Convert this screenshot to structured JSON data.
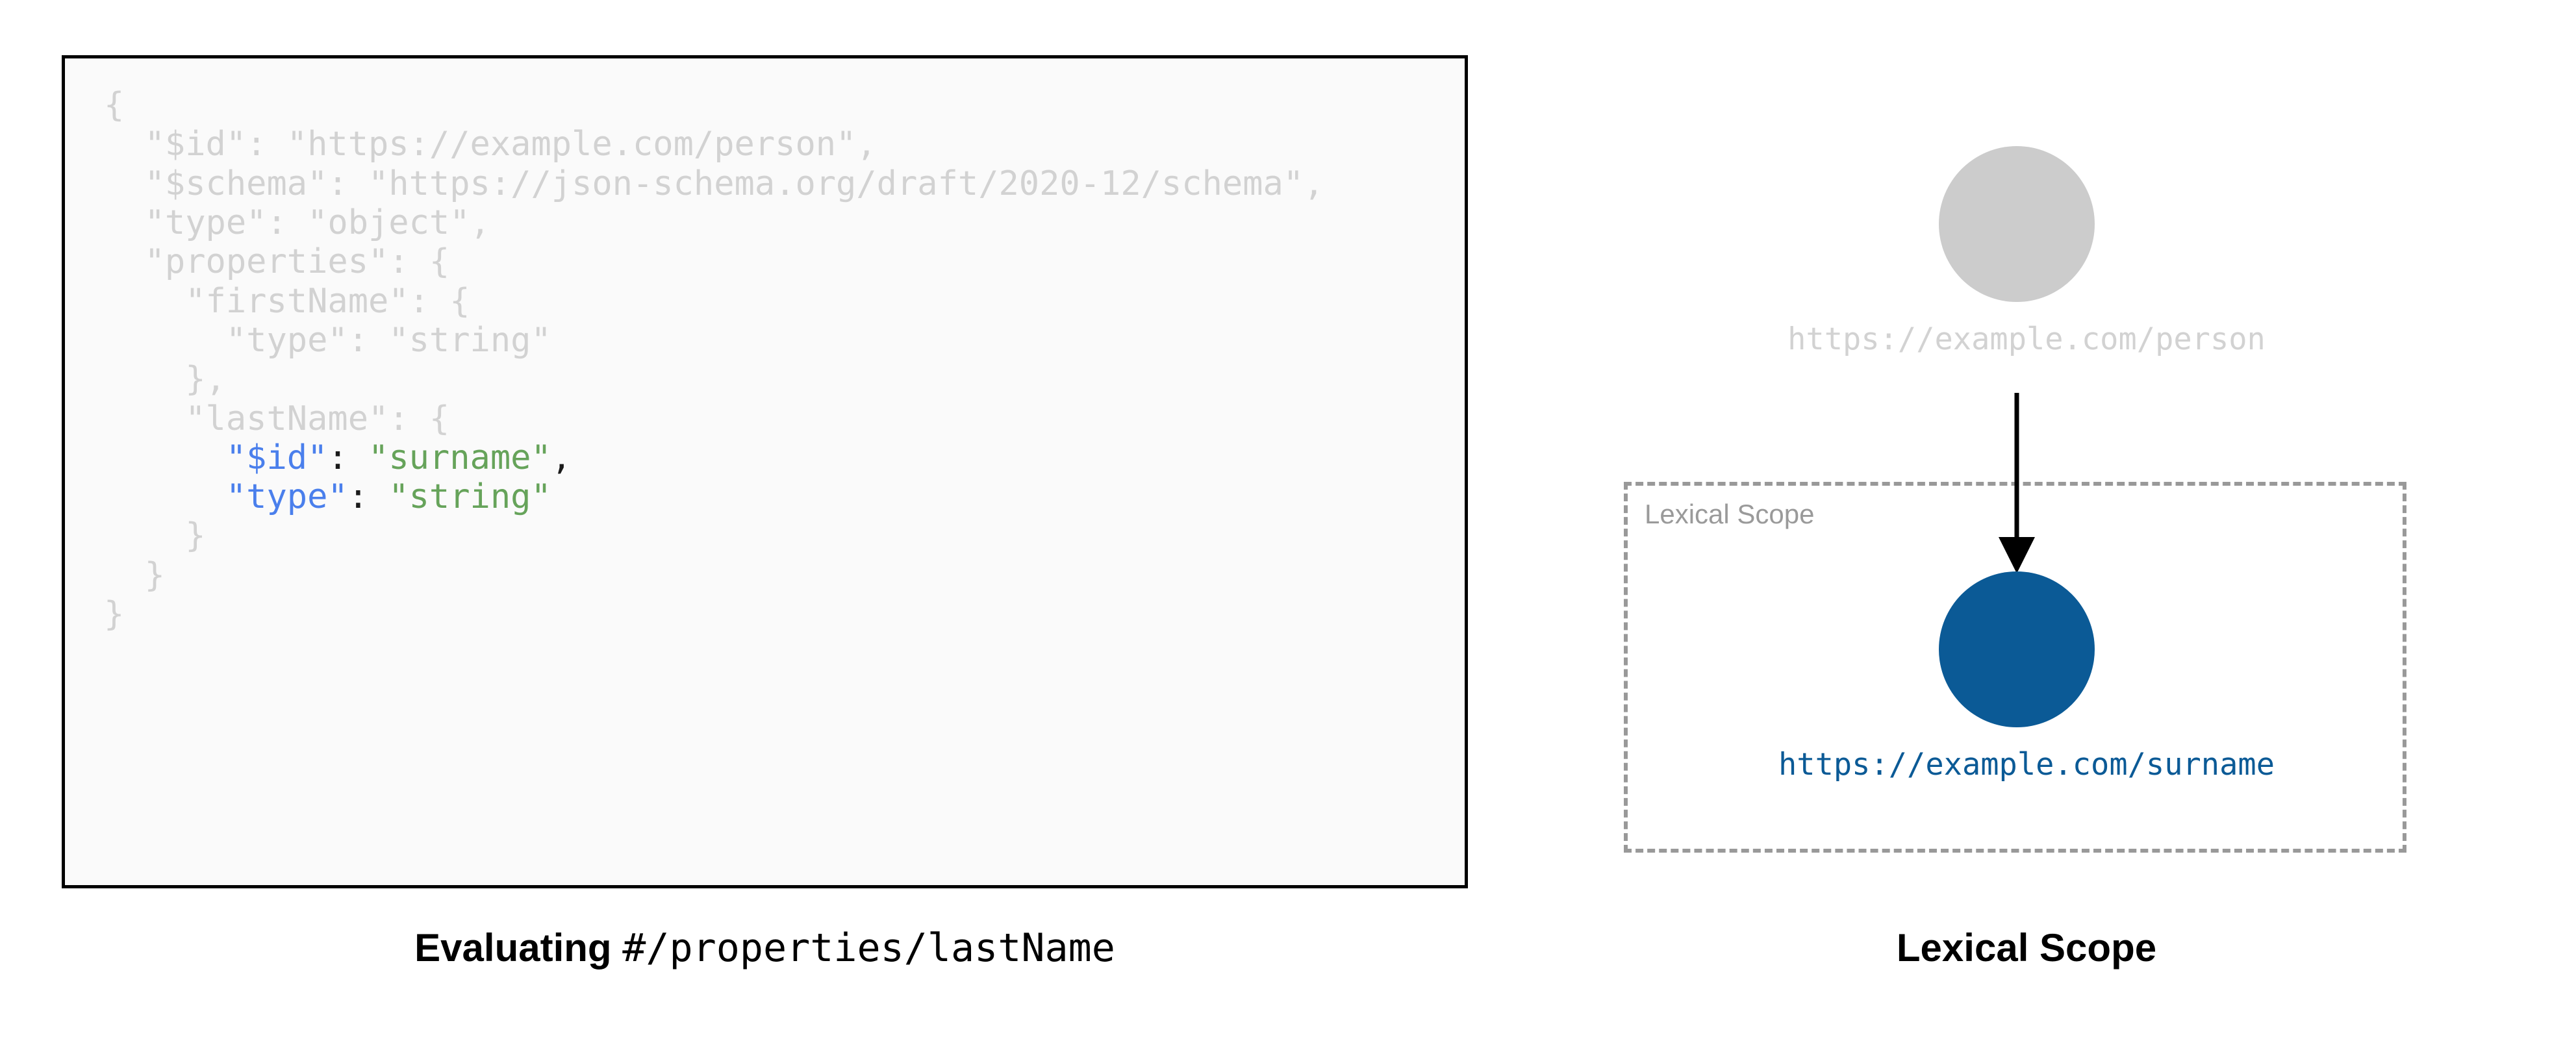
{
  "left_panel": {
    "code_lines": [
      {
        "indent": 0,
        "segments": [
          {
            "text": "{",
            "style": "dim"
          }
        ]
      },
      {
        "indent": 1,
        "segments": [
          {
            "text": "\"$id\": \"https://example.com/person\",",
            "style": "dim"
          }
        ]
      },
      {
        "indent": 1,
        "segments": [
          {
            "text": "\"$schema\": \"https://json-schema.org/draft/2020-12/schema\",",
            "style": "dim"
          }
        ]
      },
      {
        "indent": 1,
        "segments": [
          {
            "text": "\"type\": \"object\",",
            "style": "dim"
          }
        ]
      },
      {
        "indent": 1,
        "segments": [
          {
            "text": "\"properties\": {",
            "style": "dim"
          }
        ]
      },
      {
        "indent": 2,
        "segments": [
          {
            "text": "\"firstName\": {",
            "style": "dim"
          }
        ]
      },
      {
        "indent": 3,
        "segments": [
          {
            "text": "\"type\": \"string\"",
            "style": "dim"
          }
        ]
      },
      {
        "indent": 2,
        "segments": [
          {
            "text": "},",
            "style": "dim"
          }
        ]
      },
      {
        "indent": 2,
        "segments": [
          {
            "text": "\"lastName\": {",
            "style": "dim"
          }
        ]
      },
      {
        "indent": 3,
        "segments": [
          {
            "text": "\"$id\"",
            "style": "key"
          },
          {
            "text": ":",
            "style": "punct"
          },
          {
            "text": " \"surname\"",
            "style": "val"
          },
          {
            "text": ",",
            "style": "punct"
          }
        ]
      },
      {
        "indent": 3,
        "segments": [
          {
            "text": "\"type\"",
            "style": "key"
          },
          {
            "text": ":",
            "style": "punct"
          },
          {
            "text": " \"string\"",
            "style": "val"
          }
        ]
      },
      {
        "indent": 2,
        "segments": [
          {
            "text": "}",
            "style": "dim"
          }
        ]
      },
      {
        "indent": 1,
        "segments": [
          {
            "text": "}",
            "style": "dim"
          }
        ]
      },
      {
        "indent": 0,
        "segments": [
          {
            "text": "}",
            "style": "dim"
          }
        ]
      }
    ],
    "caption_strong": "Evaluating ",
    "caption_mono": "#/properties/lastName"
  },
  "right_panel": {
    "person_node_label": "https://example.com/person",
    "surname_node_label": "https://example.com/surname",
    "scope_box_label": "Lexical Scope",
    "caption": "Lexical Scope",
    "arrow_icon": "down-arrow-icon"
  },
  "colors": {
    "code_dim": "#d2d2d2",
    "code_key": "#4a7fec",
    "code_value": "#66a35a",
    "node_inactive": "#cccccc",
    "node_active": "#0b5a96",
    "scope_border": "#999999",
    "panel_border": "#000000",
    "panel_background": "#fafafa"
  }
}
